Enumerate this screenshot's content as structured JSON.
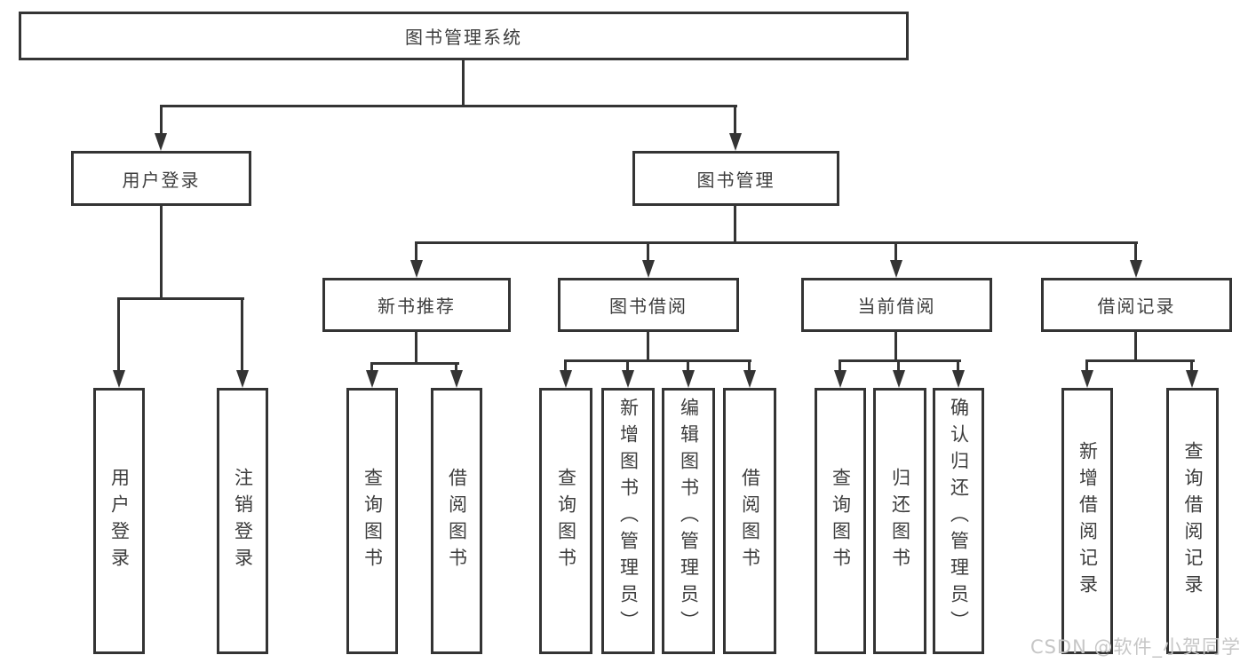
{
  "root": {
    "label": "图书管理系统"
  },
  "level2": [
    {
      "label": "用户登录"
    },
    {
      "label": "图书管理"
    }
  ],
  "level3": [
    {
      "label": "新书推荐"
    },
    {
      "label": "图书借阅"
    },
    {
      "label": "当前借阅"
    },
    {
      "label": "借阅记录"
    }
  ],
  "leaves": [
    "用户登录",
    "注销登录",
    "查询图书",
    "借阅图书",
    "查询图书",
    "新增图书（管理员）",
    "编辑图书（管理员）",
    "借阅图书",
    "查询图书",
    "归还图书",
    "确认归还（管理员）",
    "新增借阅记录",
    "查询借阅记录"
  ],
  "watermark": "CSDN @软件_小贺同学",
  "colors": {
    "line": "#343434",
    "text": "#3d3d3d",
    "background": "#ffffff",
    "watermark": "#c6c6c6"
  }
}
